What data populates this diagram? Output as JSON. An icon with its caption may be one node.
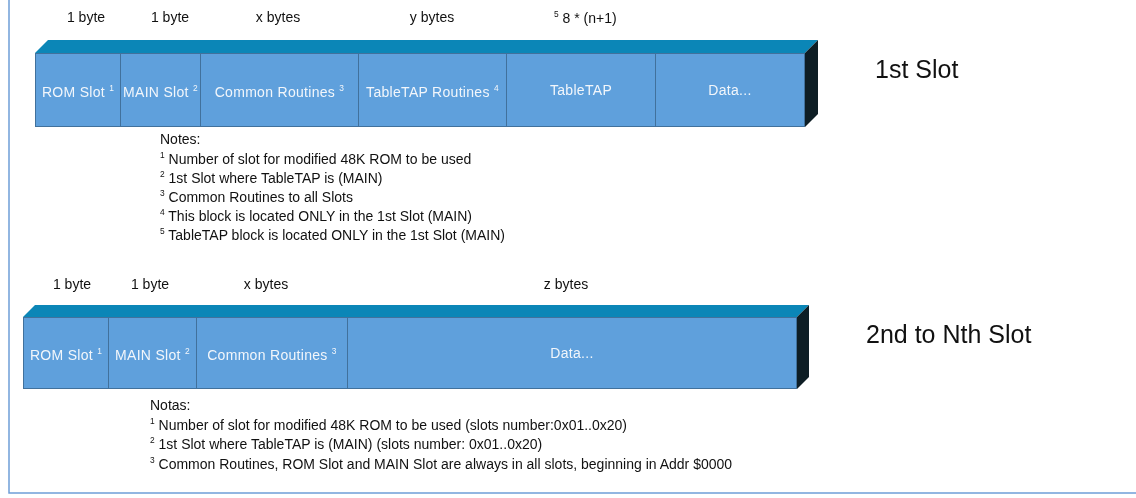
{
  "diagram": {
    "nodes": [
      {
        "text": [
          "ROM Slot $^{1}$"
        ]
      },
      {
        "text": [
          "MAIN Slot $^{2}$"
        ]
      },
      {
        "text": [
          "Common Routines $^{3}$"
        ]
      },
      {
        "text": [
          "TableTAP Routines $^{4}$"
        ]
      },
      {
        "text": [
          "TableTAP"
        ]
      },
      {
        "text": [
          "Data..."
        ]
      },
      {
        "text": [
          "ROM Slot $^{1}$"
        ]
      },
      {
        "text": [
          "MAIN Slot $^{2}$"
        ]
      },
      {
        "text": [
          "Common Routines $^{3}$"
        ]
      },
      {
        "text": [
          "Data..."
        ]
      }
    ],
    "edges": [],
    "labels": [
      "1 byte",
      "1 byte",
      "x bytes",
      "y bytes",
      "$^{5}$ 8 * (n+1)",
      "1st Slot",
      "Notes:",
      "$^{1}$ Number of slot for modified 48K ROM to be used",
      "$^{2}$ 1st Slot where TableTAP is (MAIN)",
      "$^{3}$ Common Routines to all Slots",
      "$^{4}$ This block is located ONLY in the 1st Slot (MAIN)",
      "$^{5}$ TableTAP block is located ONLY in the 1st Slot (MAIN)",
      "1 byte",
      "1 byte",
      "x bytes",
      "z bytes",
      "2nd to Nth Slot",
      "Notas:",
      "$^{1}$ Number of slot for modified 48K ROM to be used (slots number:0x01..0x20)",
      "$^{2}$ 1st Slot where TableTAP is (MAIN) (slots number: 0x01..0x20)",
      "$^{3}$ Common Routines, ROM Slot and MAIN Slot are always in all slots, beginning in Addr $0000"
    ]
  }
}
